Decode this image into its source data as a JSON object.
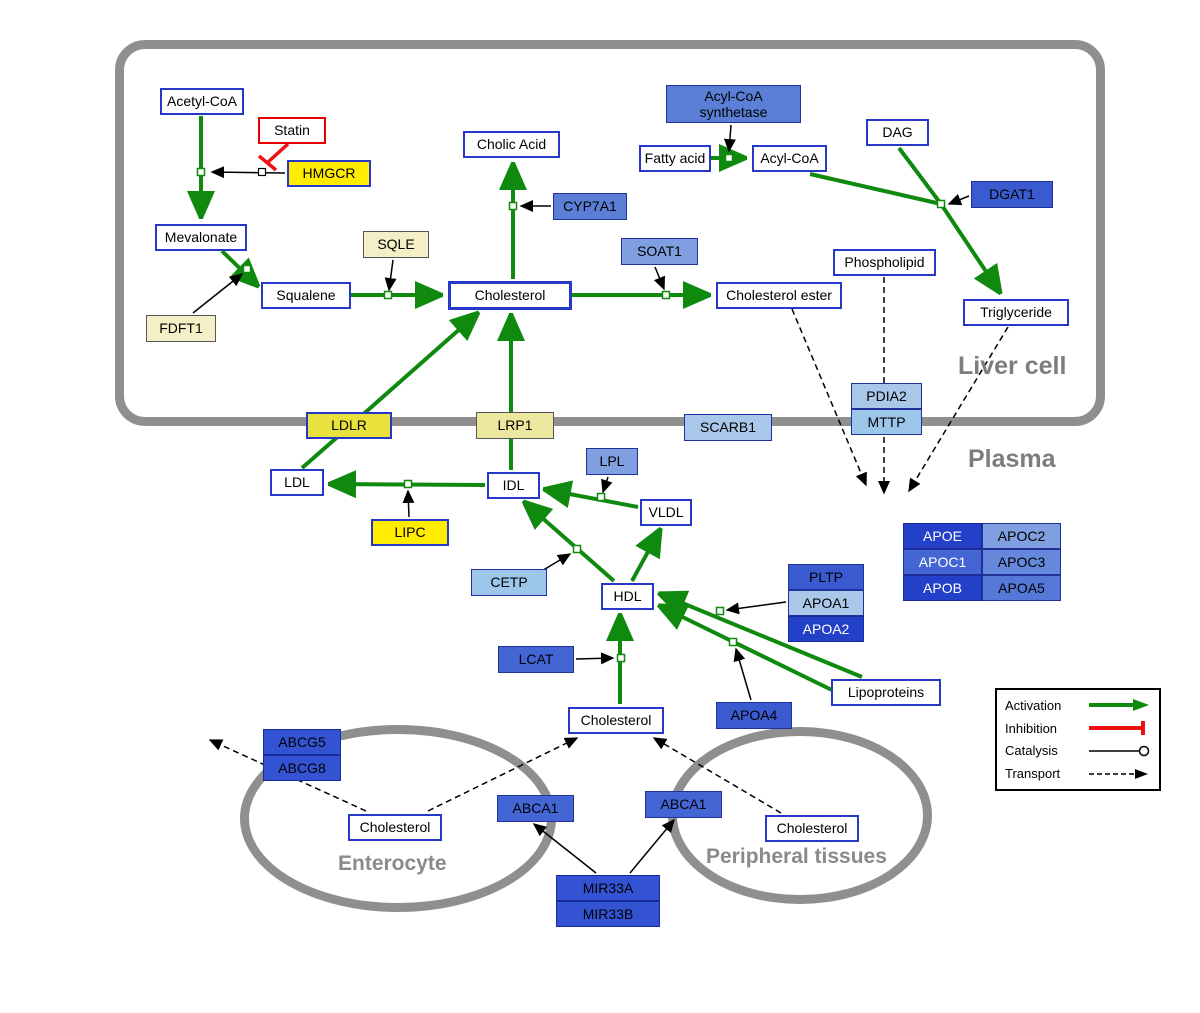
{
  "labels": {
    "liver": "Liver cell",
    "plasma": "Plasma",
    "enterocyte": "Enterocyte",
    "peripheral": "Peripheral tissues"
  },
  "nodes": {
    "acetyl_coa": "Acetyl-CoA",
    "statin": "Statin",
    "hmgcr": "HMGCR",
    "mevalonate": "Mevalonate",
    "sqle": "SQLE",
    "squalene": "Squalene",
    "fdft1": "FDFT1",
    "cholic_acid": "Cholic Acid",
    "cyp7a1": "CYP7A1",
    "cholesterol_liver": "Cholesterol",
    "soat1": "SOAT1",
    "cholesterol_ester": "Cholesterol ester",
    "acyl_coa_synthetase": "Acyl-CoA synthetase",
    "fatty_acid": "Fatty acid",
    "acyl_coa": "Acyl-CoA",
    "dag": "DAG",
    "dgat1": "DGAT1",
    "phospholipid": "Phospholipid",
    "triglyceride": "Triglyceride",
    "ldlr": "LDLR",
    "lrp1": "LRP1",
    "scarb1": "SCARB1",
    "pdia2": "PDIA2",
    "mttp": "MTTP",
    "ldl": "LDL",
    "idl": "IDL",
    "lpl": "LPL",
    "vldl": "VLDL",
    "lipc": "LIPC",
    "cetp": "CETP",
    "hdl": "HDL",
    "lcat": "LCAT",
    "pltp": "PLTP",
    "apoa1": "APOA1",
    "apoa2": "APOA2",
    "apoa4": "APOA4",
    "lipoproteins": "Lipoproteins",
    "apoe": "APOE",
    "apoc2": "APOC2",
    "apoc1": "APOC1",
    "apoc3": "APOC3",
    "apob": "APOB",
    "apoa5": "APOA5",
    "cholesterol_plasma": "Cholesterol",
    "abcg5": "ABCG5",
    "abcg8": "ABCG8",
    "cholesterol_enterocyte": "Cholesterol",
    "abca1_left": "ABCA1",
    "abca1_right": "ABCA1",
    "cholesterol_peripheral": "Cholesterol",
    "mir33a": "MIR33A",
    "mir33b": "MIR33B"
  },
  "legend": {
    "activation": "Activation",
    "inhibition": "Inhibition",
    "catalysis": "Catalysis",
    "transport": "Transport"
  },
  "colors": {
    "activation_green": "#0f8a0f",
    "inhibition_red": "#ee1111",
    "membrane_gray": "#8f8f8f",
    "metabolite_border_blue": "#2538c8",
    "gene_yellow": "#ffec00",
    "gene_cream": "#f3f0c8",
    "gene_blue_dark": "#2240c8",
    "gene_blue_medium": "#4466d4",
    "gene_blue_light": "#9cc6ea"
  }
}
